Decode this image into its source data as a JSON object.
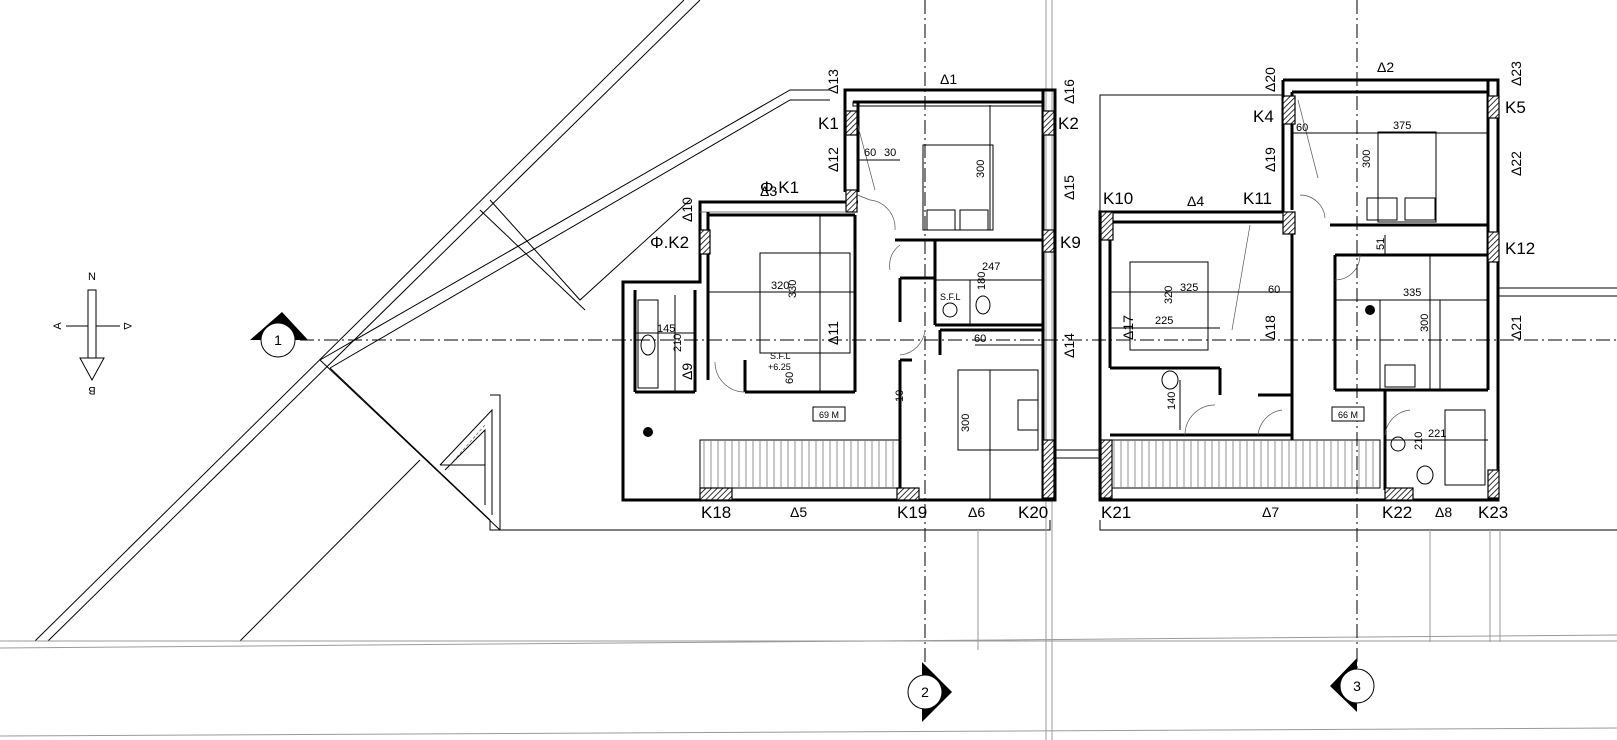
{
  "compass": {
    "north": "N",
    "east": "Δ",
    "west": "A",
    "south": "B"
  },
  "grid_bubbles": [
    "1",
    "2",
    "3"
  ],
  "columns": [
    "K1",
    "K2",
    "K4",
    "K5",
    "K9",
    "K10",
    "K11",
    "K12",
    "K18",
    "K19",
    "K20",
    "K21",
    "K22",
    "K23"
  ],
  "flues": [
    "Φ.K1",
    "Φ.K2"
  ],
  "walls": [
    "Δ1",
    "Δ2",
    "Δ3",
    "Δ4",
    "Δ5",
    "Δ6",
    "Δ7",
    "Δ8",
    "Δ9",
    "Δ10",
    "Δ11",
    "Δ12",
    "Δ13",
    "Δ14",
    "Δ15",
    "Δ16",
    "Δ17",
    "Δ18",
    "Δ19",
    "Δ20",
    "Δ21",
    "Δ22",
    "Δ23"
  ],
  "dimensions": [
    "60",
    "30",
    "300",
    "320",
    "330",
    "247",
    "180",
    "145",
    "210",
    "60",
    "60",
    "10",
    "300",
    "60",
    "375",
    "300",
    "325",
    "320",
    "225",
    "60",
    "51",
    "335",
    "300",
    "140",
    "221",
    "210"
  ],
  "slab_notes": {
    "sfl_1": "S.F.L",
    "sfl_1_level": "+6.25",
    "sfl_2": "S.F.L"
  },
  "areas": {
    "unit_left": "69 M",
    "unit_right": "66 M"
  }
}
